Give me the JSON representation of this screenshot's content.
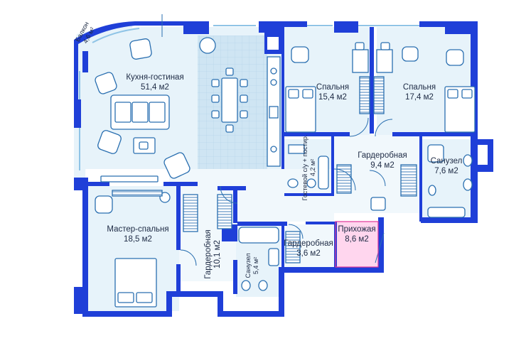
{
  "colors": {
    "wall": "#1f3fd8",
    "floor": "#e7f3fa",
    "floor_light": "#f1f8fc",
    "tile": "#c9e1f0",
    "furniture": "#2a6fb0",
    "text": "#1d2a44",
    "highlight": "#ffd6ee",
    "highlight_stroke": "#e0369a",
    "window": "#1f3fd8"
  },
  "rooms": [
    {
      "id": "kitchen",
      "name": "Кухня-гостиная",
      "area": "51,4 м2"
    },
    {
      "id": "bedroom1",
      "name": "Спальня",
      "area": "15,4 м2"
    },
    {
      "id": "bedroom2",
      "name": "Спальня",
      "area": "17,4 м2"
    },
    {
      "id": "wardrobe-main",
      "name": "Гардеробная",
      "area": "9,4 м2"
    },
    {
      "id": "bathroom-main",
      "name": "Санузел",
      "area": "7,6 м2"
    },
    {
      "id": "master",
      "name": "Мастер-спальня",
      "area": "18,5 м2"
    },
    {
      "id": "wardrobe-master",
      "name": "Гардеробная",
      "area": "10,1 м2"
    },
    {
      "id": "bathroom-master",
      "name": "Санузел",
      "area": "5,4 м²"
    },
    {
      "id": "wardrobe-small",
      "name": "Гардеробная",
      "area": "3,6 м2"
    },
    {
      "id": "hallway",
      "name": "Прихожая",
      "area": "8,6 м2"
    },
    {
      "id": "guest-wc",
      "name": "Гостевой с/у + постир.",
      "area": "4,2 м²"
    },
    {
      "id": "balcony",
      "name": "Балкон",
      "area": "4,6 м²"
    }
  ]
}
